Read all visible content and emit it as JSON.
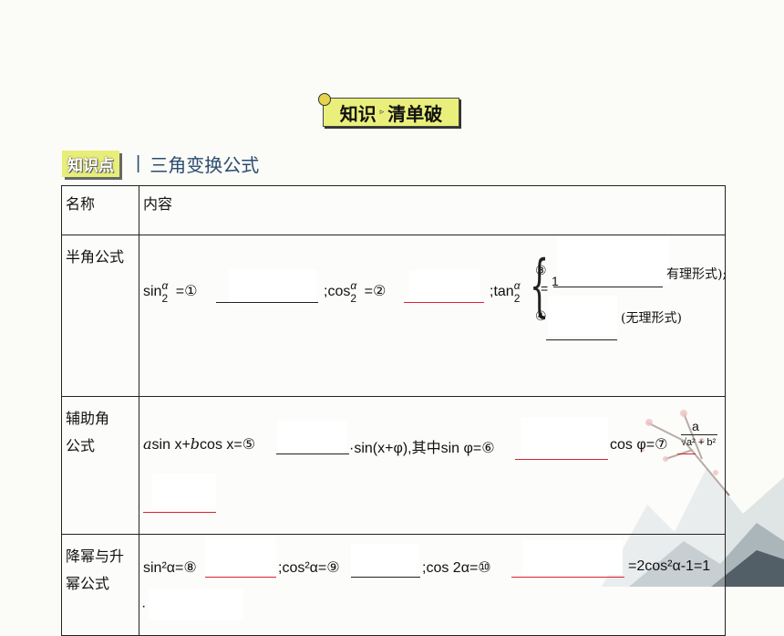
{
  "header": {
    "badge_left": "知识",
    "badge_sep": "▹",
    "badge_right": "清单破"
  },
  "section": {
    "tag": "知识点",
    "divider": "|",
    "title": "三角变换公式"
  },
  "table": {
    "headers": {
      "name": "名称",
      "content": "内容"
    },
    "half_angle": {
      "name": "半角公式",
      "sin_func": "sin",
      "alpha": "α",
      "two": "2",
      "eq_1": "=①",
      "cos_func": ";cos",
      "eq_2": "=②",
      "tan_func": ";tan",
      "eq_sign": "=",
      "c3": "③",
      "c3_one": "1",
      "c3_note": "有理形式);",
      "c4": "④",
      "c4_note": "(无理形式)"
    },
    "auxiliary": {
      "name_line1": "辅助角",
      "name_line2": "公式",
      "a": "a",
      "sin_x": "sin x+",
      "b": "b",
      "cos_x": "cos x=⑤",
      "mid": "·sin(x+φ),其中sin φ=⑥",
      "cos_phi": "cos φ=⑦",
      "frac_num": "a",
      "frac_den": "a² + b²"
    },
    "power": {
      "name_line1": "降幂与升",
      "name_line2": "幂公式",
      "sin_sq": "sin²α=⑧",
      "cos_sq": ";cos²α=⑨",
      "cos2a": ";cos 2α=⑩",
      "tail": "=2cos²α-1=1",
      "bullet": "·"
    }
  }
}
